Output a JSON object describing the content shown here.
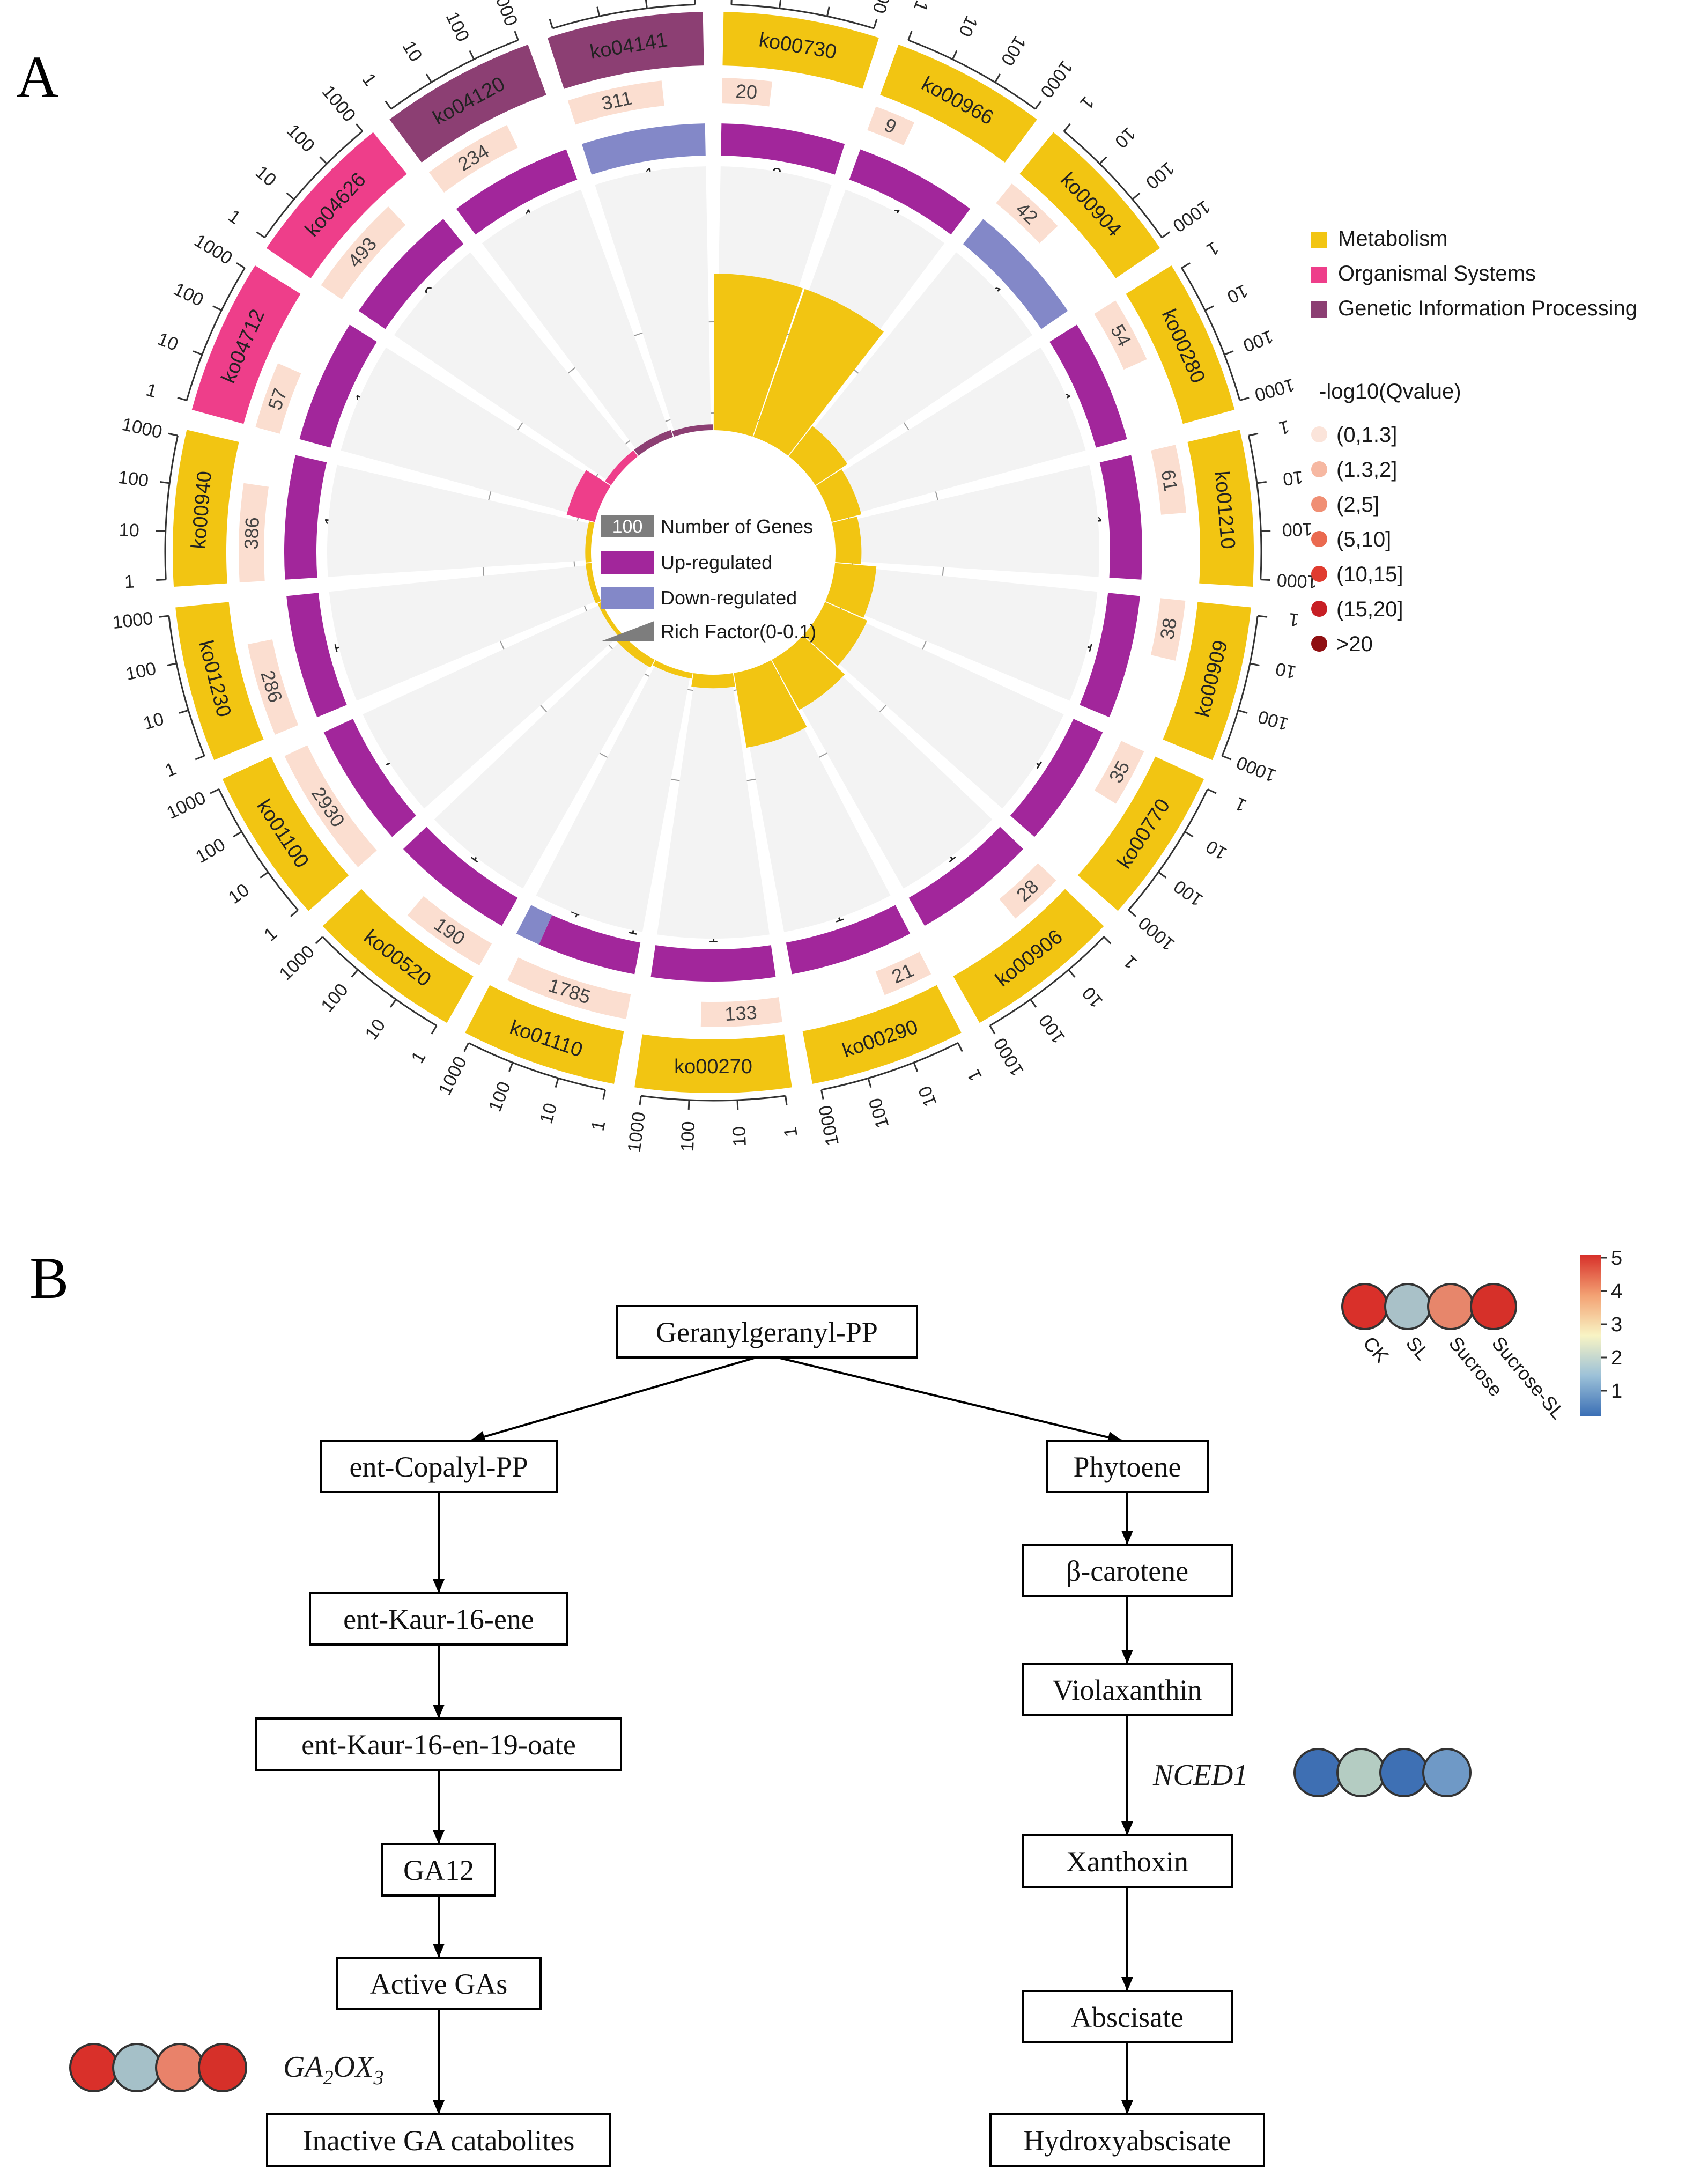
{
  "panel_labels": {
    "a": "A",
    "b": "B"
  },
  "colors": {
    "metabolism": "#f2c512",
    "organismal": "#ee3e8a",
    "genetic": "#8c3f73",
    "up": "#a2269b",
    "down": "#8388c8",
    "sector_bg": "#f3f3f3",
    "bg_box": "#fbded0",
    "gray_legend": "#7d7d7d",
    "rich": "#f2c512"
  },
  "legend_category": [
    {
      "label": "Metabolism",
      "color": "#f2c512"
    },
    {
      "label": "Organismal Systems",
      "color": "#ee3e8a"
    },
    {
      "label": "Genetic Information Processing",
      "color": "#8c3f73"
    }
  ],
  "legend_q": {
    "title": "-log10(Qvalue)",
    "items": [
      {
        "label": "(0,1.3]",
        "color": "#fbe4da"
      },
      {
        "label": "(1.3,2]",
        "color": "#f6b8a2"
      },
      {
        "label": "(2,5]",
        "color": "#f08f74"
      },
      {
        "label": "(5,10]",
        "color": "#ea6a50"
      },
      {
        "label": "(10,15]",
        "color": "#e03b2f"
      },
      {
        "label": "(15,20]",
        "color": "#c71f25"
      },
      {
        "label": ">20",
        "color": "#8f0f12"
      }
    ]
  },
  "center_legend": {
    "count": "100",
    "number_label": "Number of Genes",
    "up_label": "Up-regulated",
    "down_label": "Down-regulated",
    "rich_label": "Rich Factor(0-0.1)"
  },
  "axis_ticks": [
    "1",
    "10",
    "100",
    "1000"
  ],
  "chart_data": {
    "type": "circos",
    "series_meaning": [
      "pathway id",
      "background gene number",
      "up-regulated count",
      "down-regulated count",
      "rich factor (0-0.1)"
    ],
    "pathways": [
      {
        "id": "ko00730",
        "cat": "metabolism",
        "bg": "20",
        "up": "2",
        "down": "",
        "rich": 0.1
      },
      {
        "id": "ko00966",
        "cat": "metabolism",
        "bg": "9",
        "up": "1",
        "down": "",
        "rich": 0.1
      },
      {
        "id": "ko00904",
        "cat": "metabolism",
        "bg": "42",
        "up": "",
        "down": "1",
        "rich": 0.024
      },
      {
        "id": "ko00280",
        "cat": "metabolism",
        "bg": "54",
        "up": "1",
        "down": "",
        "rich": 0.019
      },
      {
        "id": "ko01210",
        "cat": "metabolism",
        "bg": "61",
        "up": "1",
        "down": "",
        "rich": 0.016
      },
      {
        "id": "ko00909",
        "cat": "metabolism",
        "bg": "38",
        "up": "1",
        "down": "",
        "rich": 0.026
      },
      {
        "id": "ko00770",
        "cat": "metabolism",
        "bg": "35",
        "up": "1",
        "down": "",
        "rich": 0.029
      },
      {
        "id": "ko00906",
        "cat": "metabolism",
        "bg": "28",
        "up": "1",
        "down": "",
        "rich": 0.036
      },
      {
        "id": "ko00290",
        "cat": "metabolism",
        "bg": "21",
        "up": "1",
        "down": "",
        "rich": 0.048
      },
      {
        "id": "ko00270",
        "cat": "metabolism",
        "bg": "133",
        "up": "1",
        "down": "",
        "rich": 0.008
      },
      {
        "id": "ko01110",
        "cat": "metabolism",
        "bg": "1785",
        "up": "4",
        "down": "1",
        "rich": 0.003
      },
      {
        "id": "ko00520",
        "cat": "metabolism",
        "bg": "190",
        "up": "1",
        "down": "",
        "rich": 0.005
      },
      {
        "id": "ko01100",
        "cat": "metabolism",
        "bg": "2930",
        "up": "7",
        "down": "",
        "rich": 0.002
      },
      {
        "id": "ko01230",
        "cat": "metabolism",
        "bg": "286",
        "up": "1",
        "down": "",
        "rich": 0.003
      },
      {
        "id": "ko00940",
        "cat": "metabolism",
        "bg": "386",
        "up": "1",
        "down": "",
        "rich": 0.003
      },
      {
        "id": "ko04712",
        "cat": "organismal",
        "bg": "57",
        "up": "1",
        "down": "",
        "rich": 0.018
      },
      {
        "id": "ko04626",
        "cat": "organismal",
        "bg": "493",
        "up": "2",
        "down": "",
        "rich": 0.004
      },
      {
        "id": "ko04120",
        "cat": "genetic",
        "bg": "234",
        "up": "1",
        "down": "",
        "rich": 0.004
      },
      {
        "id": "ko04141",
        "cat": "genetic",
        "bg": "311",
        "up": "",
        "down": "1",
        "rich": 0.003
      }
    ]
  },
  "pathway": {
    "left": [
      {
        "label": "ent-Copalyl-PP"
      },
      {
        "label": "ent-Kaur-16-ene"
      },
      {
        "label": "ent-Kaur-16-en-19-oate"
      },
      {
        "label": "GA12"
      },
      {
        "label": "Active GAs"
      },
      {
        "label": "Inactive GA catabolites"
      }
    ],
    "root": "Geranylgeranyl-PP",
    "right": [
      {
        "label": "Phytoene"
      },
      {
        "label": "β-carotene"
      },
      {
        "label": "Violaxanthin"
      },
      {
        "label": "Xanthoxin"
      },
      {
        "label": "Abscisate"
      },
      {
        "label": "Hydroxyabscisate"
      }
    ],
    "gene_left": {
      "base": "GA",
      "sub1": "2",
      "mid": "OX",
      "sub2": "3"
    },
    "gene_right": "NCED1",
    "heat_left": [
      "#d9302a",
      "#a5c0c8",
      "#e9826a",
      "#d63029"
    ],
    "heat_right": [
      "#3e6fb3",
      "#b4ccc2",
      "#3e70b4",
      "#6f99c6"
    ],
    "heat_legend_circles": [
      "#d9302a",
      "#a9c1c8",
      "#e7866b",
      "#d63029"
    ],
    "sample_labels": [
      "CK",
      "SL",
      "Sucrose",
      "Sucrose-SL"
    ],
    "colorbar_ticks": [
      "5",
      "4",
      "3",
      "2",
      "1"
    ]
  }
}
